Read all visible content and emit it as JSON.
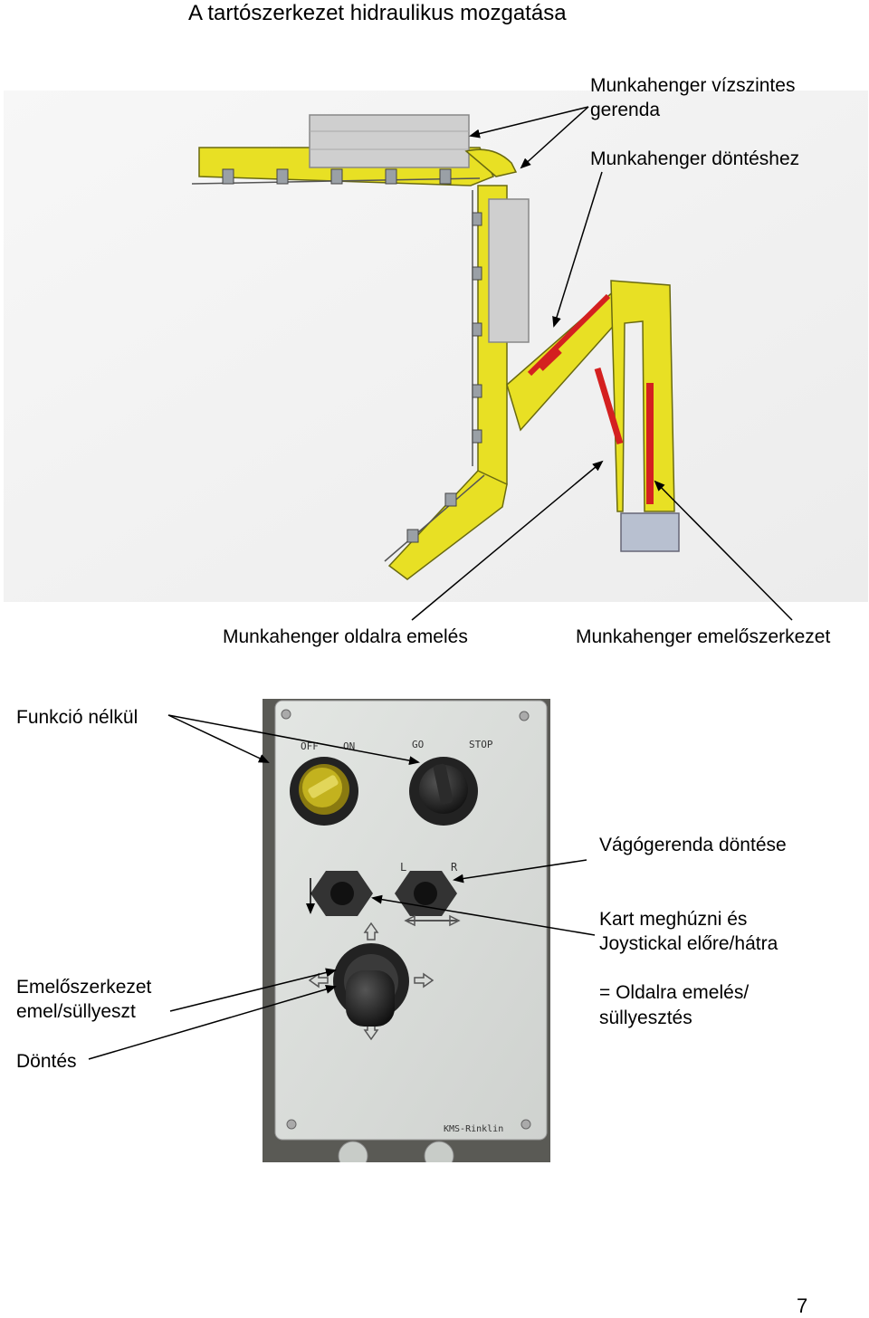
{
  "title": "A tartószerkezet hidraulikus mozgatása",
  "labels": {
    "horizontal_beam_line1": "Munkahenger vízszintes",
    "horizontal_beam_line2": "gerenda",
    "tilt_cylinder": "Munkahenger döntéshez",
    "side_lift": "Munkahenger oldalra emelés",
    "lift_frame": "Munkahenger emelőszerkezet",
    "no_function": "Funkció nélkül",
    "cutter_bar_tilt": "Vágógerenda döntése",
    "pull_lever_line1": "Kart meghúzni és",
    "pull_lever_line2": "Joystickal előre/hátra",
    "lift_frame_updown_line1": "Emelőszerkezet",
    "lift_frame_updown_line2": "emel/süllyeszt",
    "side_lift_result_line1": "= Oldalra emelés/",
    "side_lift_result_line2": "süllyesztés",
    "tilt": "Döntés"
  },
  "panel_markings": {
    "off": "OFF",
    "on": "ON",
    "go": "GO",
    "stop": "STOP",
    "left": "L",
    "right": "R",
    "brand": "KMS-Rinklin"
  },
  "colors": {
    "frame_yellow": "#e8e024",
    "cylinder_red": "#d42020",
    "panel_grey": "#d9dcd9",
    "arrow": "#000000"
  },
  "page_number": "7"
}
